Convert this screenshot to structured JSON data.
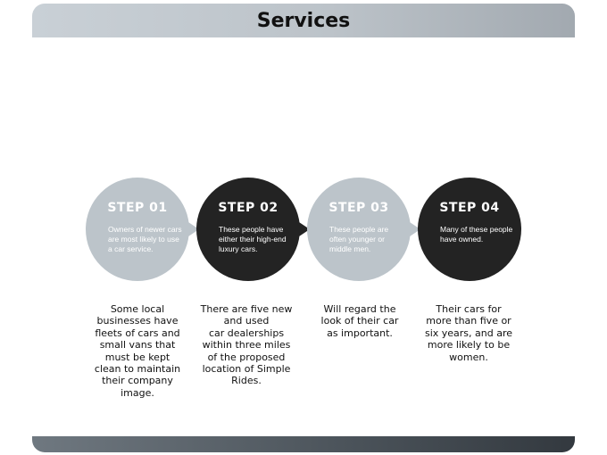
{
  "header": {
    "title": "Services"
  },
  "steps": [
    {
      "label": "STEP 01",
      "text": "Owners of newer cars are most likely to use a car service."
    },
    {
      "label": "STEP 02",
      "text": "These people have either their high-end luxury cars."
    },
    {
      "label": "STEP 03",
      "text": "These people are often younger or middle men."
    },
    {
      "label": "STEP 04",
      "text": "Many of these people have owned."
    }
  ],
  "descriptions": [
    "Some local\nbusinesses have\nfleets of cars and\nsmall vans that\nmust be kept\nclean to maintain\ntheir company\nimage.",
    "There are five new\nand used\ncar dealerships\nwithin three miles\nof the proposed\nlocation of Simple\nRides.",
    "Will regard the\nlook of their car\nas important.",
    "Their cars for\nmore than five or\nsix years, and are\nmore likely to be\nwomen."
  ],
  "colors": {
    "light_circle": "#bcc4ca",
    "dark_circle": "#232323",
    "header_bar": "#bcc3c9",
    "footer_bar": "#4a5259"
  }
}
